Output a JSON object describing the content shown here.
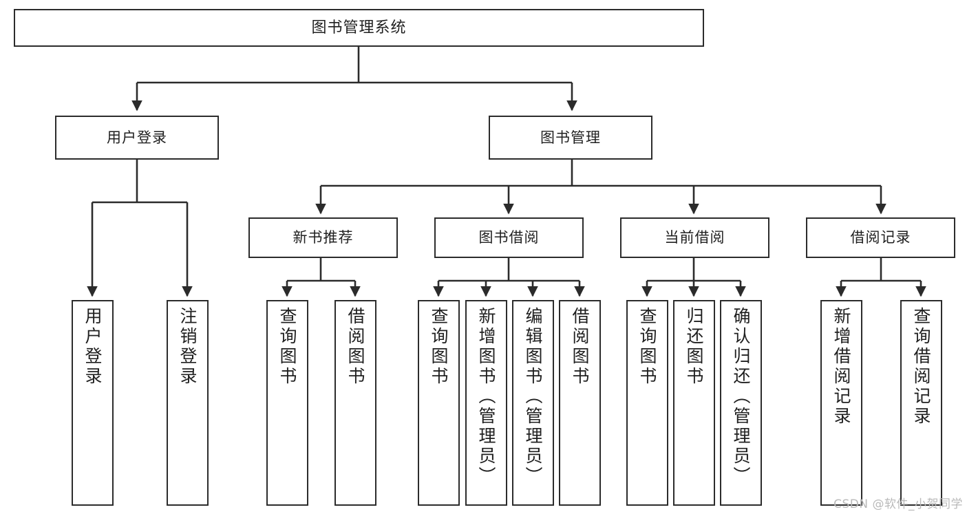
{
  "diagram": {
    "title": "图书管理系统",
    "type": "tree-hierarchy-chart",
    "orientation": "top-down",
    "levels": 4,
    "colors": {
      "box_border": "#2b2b2b",
      "box_fill": "#ffffff",
      "edge": "#2b2b2b",
      "text": "#1f1f1f",
      "background": "#ffffff",
      "watermark": "#b9b9b9"
    }
  },
  "root": {
    "label": "图书管理系统"
  },
  "level2": [
    {
      "label": "用户登录"
    },
    {
      "label": "图书管理"
    }
  ],
  "level3": [
    {
      "label": "新书推荐"
    },
    {
      "label": "图书借阅"
    },
    {
      "label": "当前借阅"
    },
    {
      "label": "借阅记录"
    }
  ],
  "leaves": {
    "user_login": [
      {
        "label": "用户登录"
      },
      {
        "label": "注销登录"
      }
    ],
    "new_book_recommend": [
      {
        "label": "查询图书"
      },
      {
        "label": "借阅图书"
      }
    ],
    "book_borrow": [
      {
        "label": "查询图书"
      },
      {
        "label": "新增图书（管理员）"
      },
      {
        "label": "编辑图书（管理员）"
      },
      {
        "label": "借阅图书"
      }
    ],
    "current_borrow": [
      {
        "label": "查询图书"
      },
      {
        "label": "归还图书"
      },
      {
        "label": "确认归还（管理员）"
      }
    ],
    "borrow_record": [
      {
        "label": "新增借阅记录"
      },
      {
        "label": "查询借阅记录"
      }
    ]
  },
  "watermark": {
    "text": "CSDN @软件_小贺同学"
  }
}
